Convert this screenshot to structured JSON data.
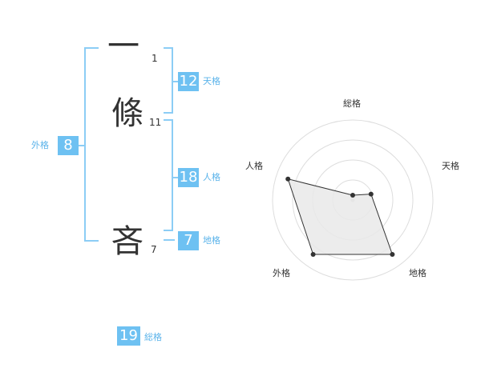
{
  "name": {
    "chars": [
      {
        "char": "一",
        "strokes": "1"
      },
      {
        "char": "條",
        "strokes": "11"
      },
      {
        "char": "吝",
        "strokes": "7"
      }
    ]
  },
  "grids": {
    "tenkaku": {
      "value": "12",
      "label": "天格"
    },
    "jinkaku": {
      "value": "18",
      "label": "人格"
    },
    "chikaku": {
      "value": "7",
      "label": "地格"
    },
    "gaikaku": {
      "value": "8",
      "label": "外格"
    },
    "soukaku": {
      "value": "19",
      "label": "総格"
    }
  },
  "colors": {
    "accent": "#6ec1f2",
    "bracket": "#8ccdf5",
    "label": "#5ab3ea"
  },
  "chart_data": {
    "type": "radar",
    "axes": [
      "総格",
      "天格",
      "地格",
      "外格",
      "人格"
    ],
    "levels": 4,
    "values": [
      0.06,
      0.24,
      0.84,
      0.84,
      0.85
    ],
    "grid": true
  }
}
